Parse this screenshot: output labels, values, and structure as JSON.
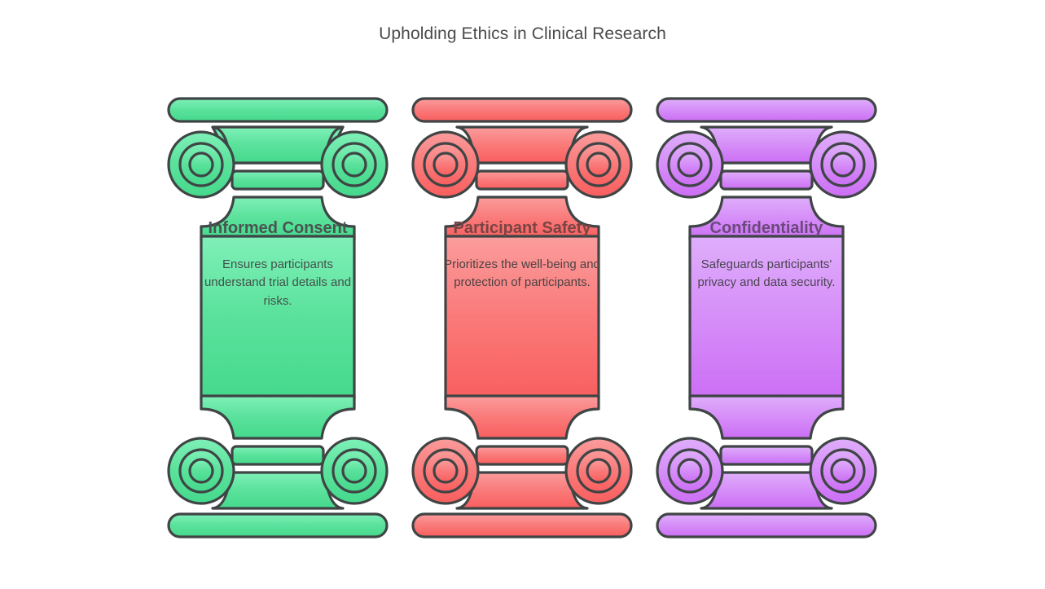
{
  "page": {
    "title": "Upholding Ethics in Clinical Research",
    "background_color": "#ffffff",
    "title_color": "#4a4a4a",
    "stroke_color": "#3f4445"
  },
  "columns": [
    {
      "id": "informed-consent",
      "heading": "Informed Consent",
      "body": "Ensures participants understand trial details and risks.",
      "icon": "ionic-column-icon",
      "color_light": "#7ff0b8",
      "color_mid": "#5be29c",
      "color_dark": "#45d98c",
      "heading_color": "#4a5450",
      "body_color": "#44504c"
    },
    {
      "id": "participant-safety",
      "heading": "Participant Safety",
      "body": "Prioritizes the well-being and protection of participants.",
      "icon": "ionic-column-icon",
      "color_light": "#fb9c9c",
      "color_mid": "#fa7b7b",
      "color_dark": "#f95e5e",
      "heading_color": "#7a4444",
      "body_color": "#4d4242"
    },
    {
      "id": "confidentiality",
      "heading": "Confidentiality",
      "body": "Safeguards participants' privacy and data security.",
      "icon": "ionic-column-icon",
      "color_light": "#dfaefb",
      "color_mid": "#d68ff8",
      "color_dark": "#cc6ef5",
      "heading_color": "#6a4a7a",
      "body_color": "#4a4450"
    }
  ]
}
